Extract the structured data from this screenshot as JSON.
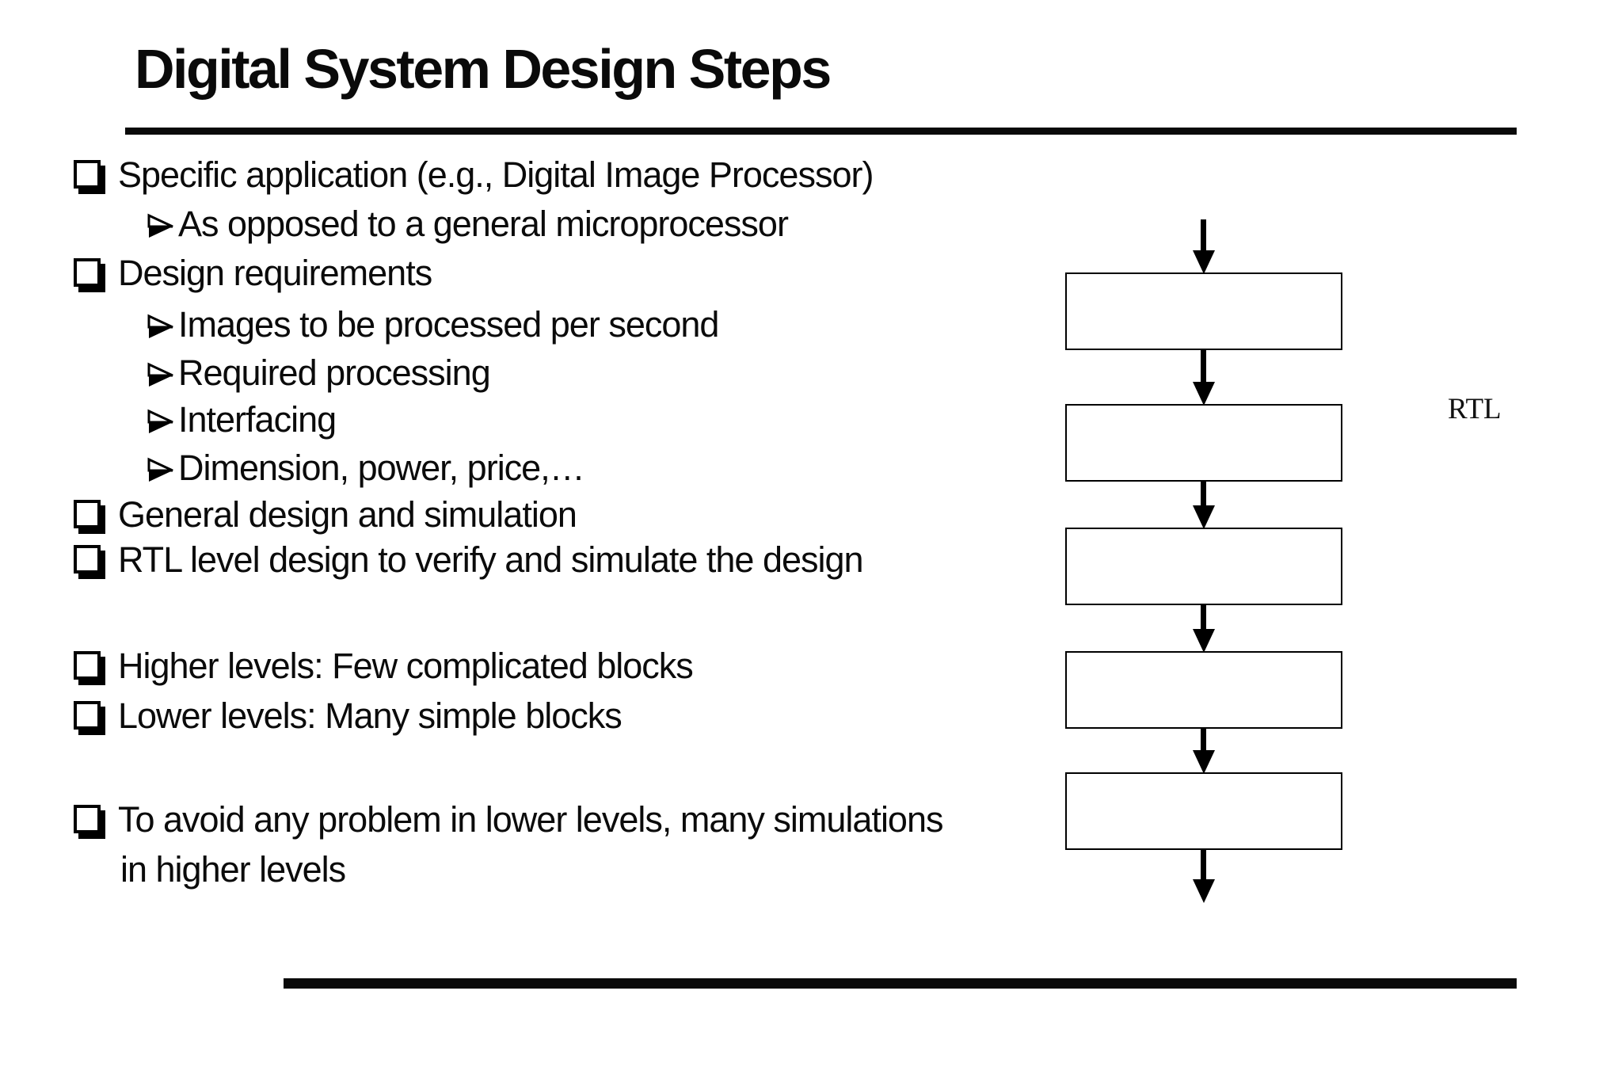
{
  "slide": {
    "title": "Digital System Design Steps",
    "bullets": [
      {
        "level": 1,
        "text": "Specific application (e.g., Digital Image Processor)"
      },
      {
        "level": 2,
        "text": "As opposed to a general microprocessor"
      },
      {
        "level": 1,
        "text": "Design requirements"
      },
      {
        "level": 2,
        "text": "Images to be processed per second"
      },
      {
        "level": 2,
        "text": "Required processing"
      },
      {
        "level": 2,
        "text": "Interfacing"
      },
      {
        "level": 2,
        "text": "Dimension, power, price,…"
      },
      {
        "level": 1,
        "text": "General design and simulation"
      },
      {
        "level": 1,
        "text": "RTL level design to verify and simulate the design"
      },
      {
        "level": 1,
        "text": "Higher levels: Few complicated blocks"
      },
      {
        "level": 1,
        "text": "Lower levels: Many simple blocks"
      },
      {
        "level": 1,
        "text": "To avoid any problem in lower levels, many simulations"
      },
      {
        "level": 0,
        "text": "in higher levels"
      }
    ],
    "icons": {
      "bullet_level1": "shadowed-white-square",
      "bullet_level2": "3d-rightwards-arrowhead"
    },
    "flowchart": {
      "rtl_label": "RTL",
      "boxes": [
        {
          "label": ""
        },
        {
          "label": ""
        },
        {
          "label": ""
        },
        {
          "label": ""
        },
        {
          "label": ""
        }
      ]
    },
    "colors": {
      "foreground": "#000000",
      "background": "#ffffff"
    }
  }
}
